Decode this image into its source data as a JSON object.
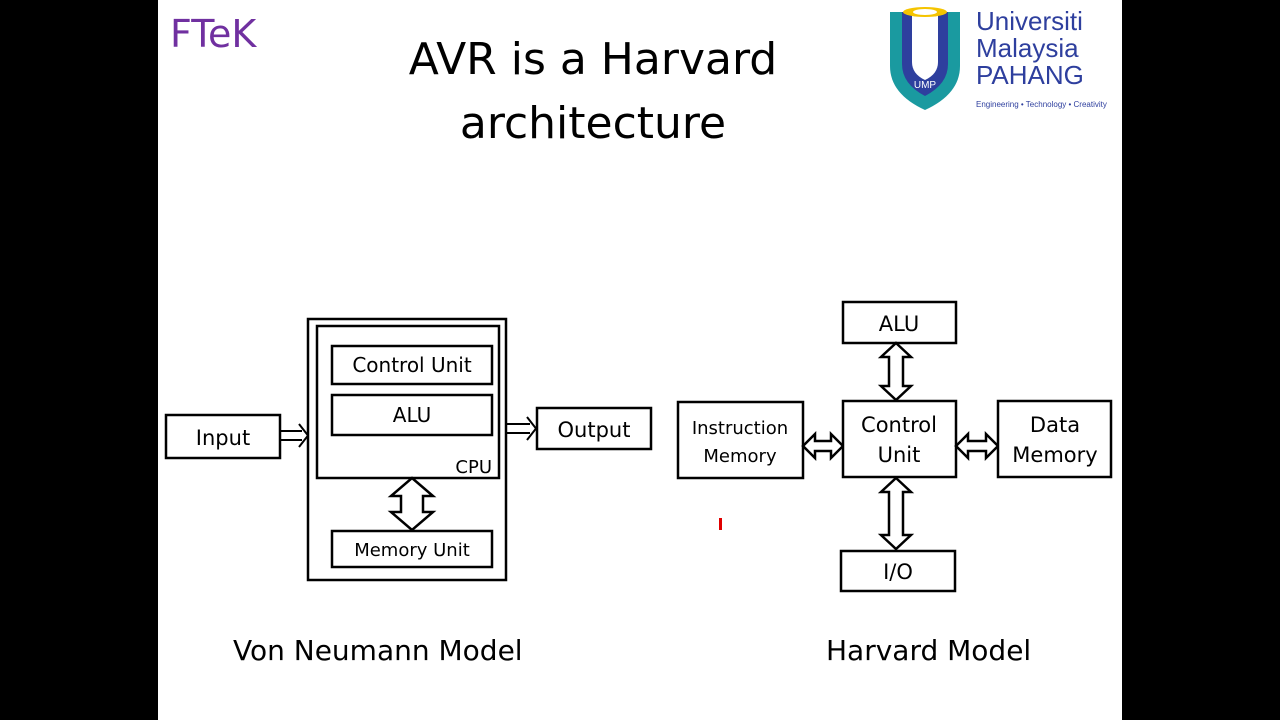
{
  "slide": {
    "brand": "FTeK",
    "title_line1": "AVR is a Harvard",
    "title_line2": "architecture",
    "logo": {
      "line1": "Universiti",
      "line2": "Malaysia",
      "line3": "PAHANG",
      "emblem_text": "UMP",
      "tagline": "Engineering • Technology • Creativity"
    }
  },
  "von_neumann": {
    "input": "Input",
    "control_unit": "Control Unit",
    "alu": "ALU",
    "cpu": "CPU",
    "output": "Output",
    "memory_unit": "Memory Unit",
    "caption": "Von Neumann Model"
  },
  "harvard": {
    "alu": "ALU",
    "instruction_memory_line1": "Instruction",
    "instruction_memory_line2": "Memory",
    "control_unit_line1": "Control",
    "control_unit_line2": "Unit",
    "data_memory_line1": "Data",
    "data_memory_line2": "Memory",
    "io": "I/O",
    "caption": "Harvard Model"
  },
  "colors": {
    "brand": "#7030a0",
    "logo_blue": "#2e3f9e",
    "logo_teal": "#1a9aa0",
    "logo_yellow": "#f5c400",
    "marker": "#e00000"
  }
}
